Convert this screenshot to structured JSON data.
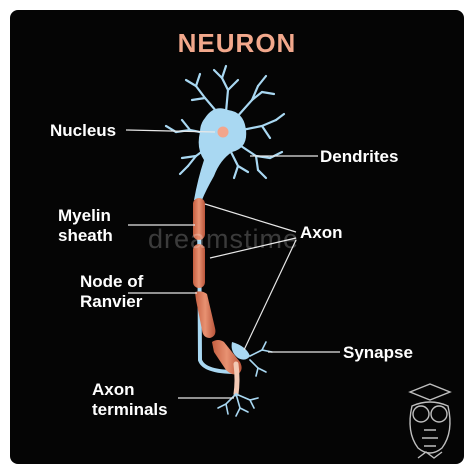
{
  "title": "NEURON",
  "labels": {
    "nucleus": "Nucleus",
    "dendrites": "Dendrites",
    "myelin_sheath": "Myelin\nsheath",
    "axon": "Axon",
    "node_of_ranvier": "Node of\nRanvier",
    "synapse": "Synapse",
    "axon_terminals": "Axon\nterminals"
  },
  "watermark": "dreamstime",
  "colors": {
    "background": "#050505",
    "title": "#f2a88c",
    "cell_body": "#a9d8f2",
    "nucleus": "#f3a58c",
    "myelin": "#d9785a",
    "label": "#ffffff"
  }
}
